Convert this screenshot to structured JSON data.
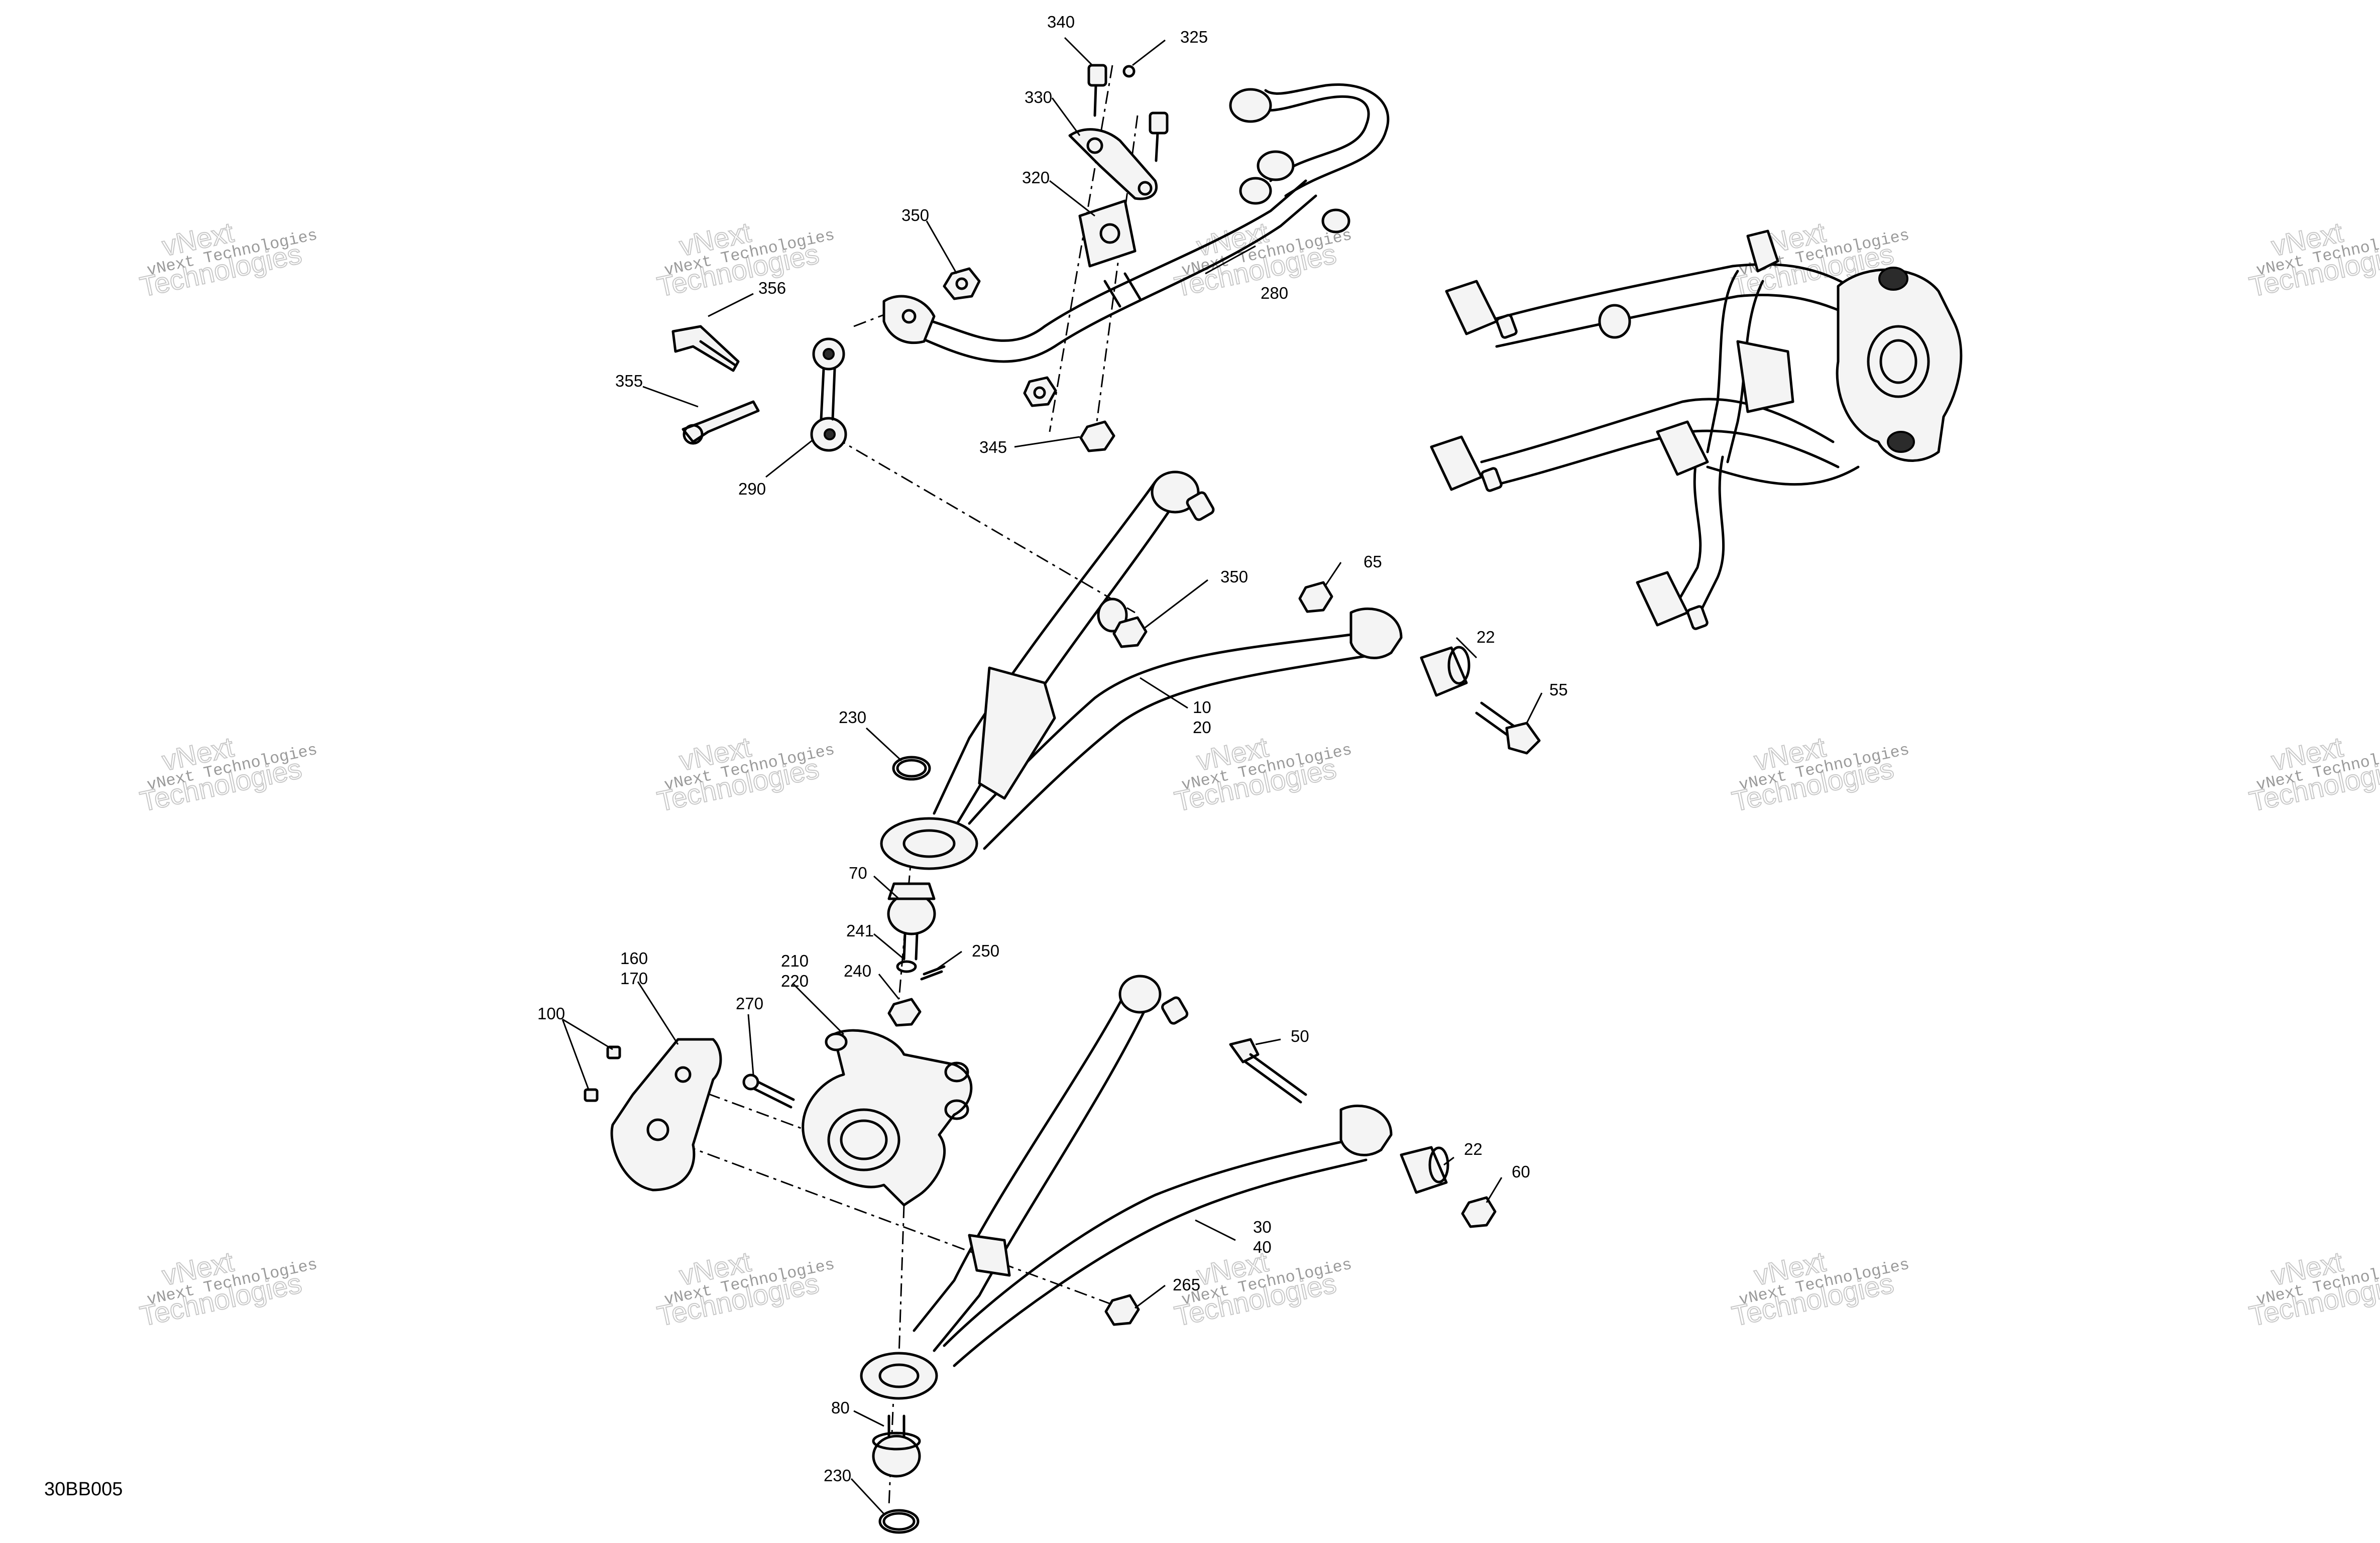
{
  "figure_code": "30BB005",
  "watermark": {
    "line1": "vNext Technologies",
    "outline_a": "vNext",
    "outline_b": "Technologies"
  },
  "callouts": {
    "c340": "340",
    "c325": "325",
    "c330": "330",
    "c320": "320",
    "c350a": "350",
    "c356": "356",
    "c355": "355",
    "c290": "290",
    "c345": "345",
    "c280": "280",
    "c350b": "350",
    "c65": "65",
    "c22a": "22",
    "c55": "55",
    "c10": "10",
    "c20": "20",
    "c230a": "230",
    "c70": "70",
    "c241": "241",
    "c250": "250",
    "c240": "240",
    "c160": "160",
    "c170": "170",
    "c210": "210",
    "c220": "220",
    "c270": "270",
    "c100": "100",
    "c50": "50",
    "c22b": "22",
    "c60": "60",
    "c30": "30",
    "c40": "40",
    "c265": "265",
    "c80": "80",
    "c230b": "230"
  }
}
